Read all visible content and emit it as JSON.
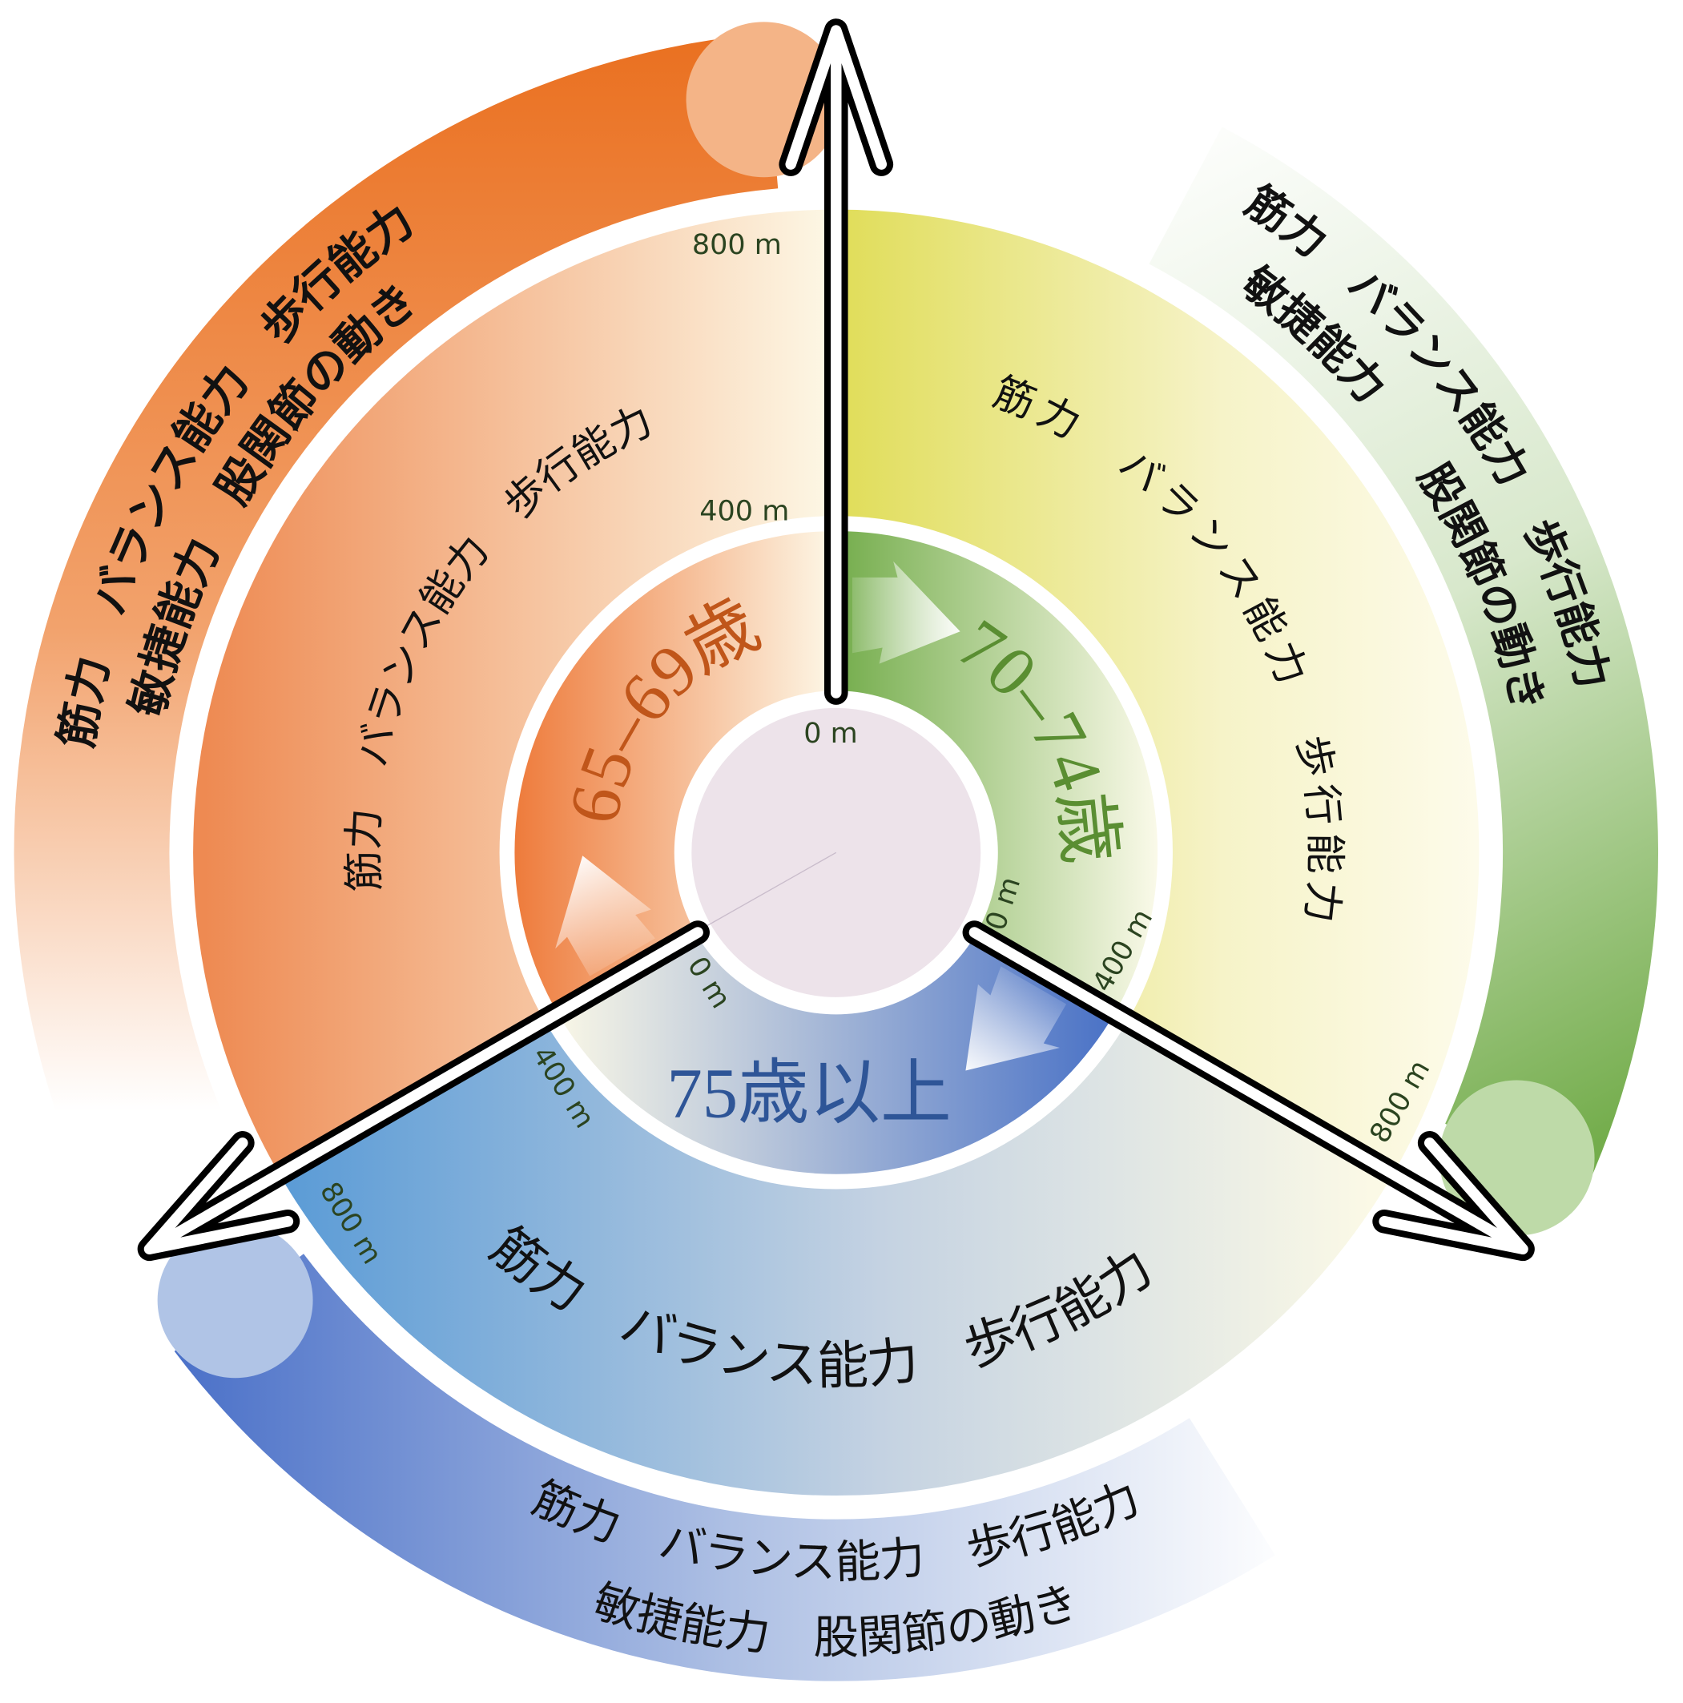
{
  "diagram": {
    "groups": {
      "g65": {
        "label": "65–69歳",
        "color": "#c0561a"
      },
      "g70": {
        "label": "70–74歳",
        "color": "#5a8e32"
      },
      "g75": {
        "label": "75歳以上",
        "color": "#2e5597"
      }
    },
    "inner_ring_text": {
      "g65": "筋力　バランス能力　歩行能力",
      "g70": "筋力　バランス能力　歩行能力",
      "g75": "筋力　バランス能力　歩行能力"
    },
    "outer_arc_text": {
      "g65": {
        "line1": "筋力　バランス能力　歩行能力",
        "line2": "敏捷能力　股関節の動き"
      },
      "g70": {
        "line1": "筋力　バランス能力　歩行能力",
        "line2": "敏捷能力　　股関節の動き"
      },
      "g75": {
        "line1": "筋力　バランス能力　歩行能力",
        "line2": "敏捷能力　股関節の動き"
      }
    },
    "distance_labels": {
      "d0": "0 m",
      "d400": "400 m",
      "d800": "800 m"
    },
    "colors": {
      "orange": "#ea7020",
      "green": "#78b050",
      "blue": "#4a70c8",
      "center": "#ede3ea"
    }
  }
}
